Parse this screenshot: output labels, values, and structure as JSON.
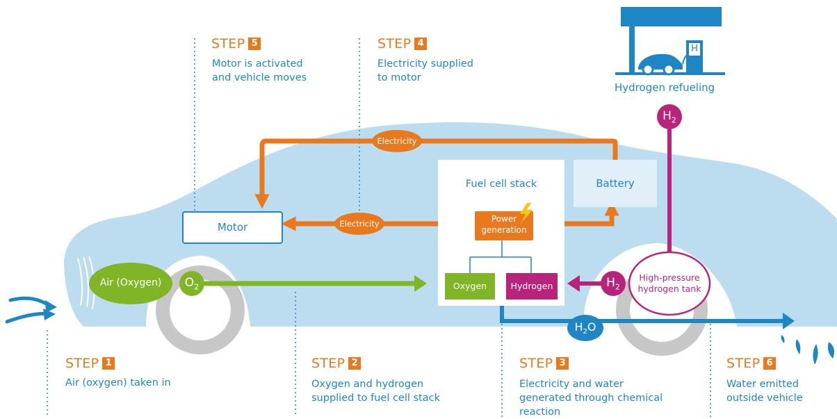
{
  "station": {
    "label": "Hydrogen refueling",
    "pump_letter": "H"
  },
  "steps": [
    {
      "id": "step1",
      "word": "STEP",
      "num": "1",
      "desc_lines": [
        "Air (oxygen) taken in"
      ]
    },
    {
      "id": "step2",
      "word": "STEP",
      "num": "2",
      "desc_lines": [
        "Oxygen and hydrogen",
        "supplied to fuel cell stack"
      ]
    },
    {
      "id": "step3",
      "word": "STEP",
      "num": "3",
      "desc_lines": [
        "Electricity and water",
        "generated through chemical",
        "reaction"
      ]
    },
    {
      "id": "step4",
      "word": "STEP",
      "num": "4",
      "desc_lines": [
        "Electricity supplied",
        "to motor"
      ]
    },
    {
      "id": "step5",
      "word": "STEP",
      "num": "5",
      "desc_lines": [
        "Motor is activated",
        "and vehicle moves"
      ]
    },
    {
      "id": "step6",
      "word": "STEP",
      "num": "6",
      "desc_lines": [
        "Water emitted",
        "outside vehicle"
      ]
    }
  ],
  "components": {
    "motor": "Motor",
    "battery": "Battery",
    "fuel_cell_stack": "Fuel cell stack",
    "power_generation": [
      "Power",
      "generation"
    ],
    "oxygen": "Oxygen",
    "hydrogen": "Hydrogen",
    "air": "Air (Oxygen)",
    "tank": [
      "High-pressure",
      "hydrogen tank"
    ]
  },
  "flows": {
    "electricity_top": "Electricity",
    "electricity_mid": "Electricity",
    "o2": {
      "base": "O",
      "sub": "2"
    },
    "h2_tank": {
      "base": "H",
      "sub": "2"
    },
    "h2_station": {
      "base": "H",
      "sub": "2"
    },
    "h2o": {
      "base": "H",
      "sub": "2",
      "tail": "O"
    }
  },
  "colors": {
    "blue": "#1f86c6",
    "car_body": "#bcdcf0",
    "orange": "#e8791e",
    "green": "#7fb526",
    "magenta": "#b8247c",
    "wheel": "#c7c7c7"
  }
}
